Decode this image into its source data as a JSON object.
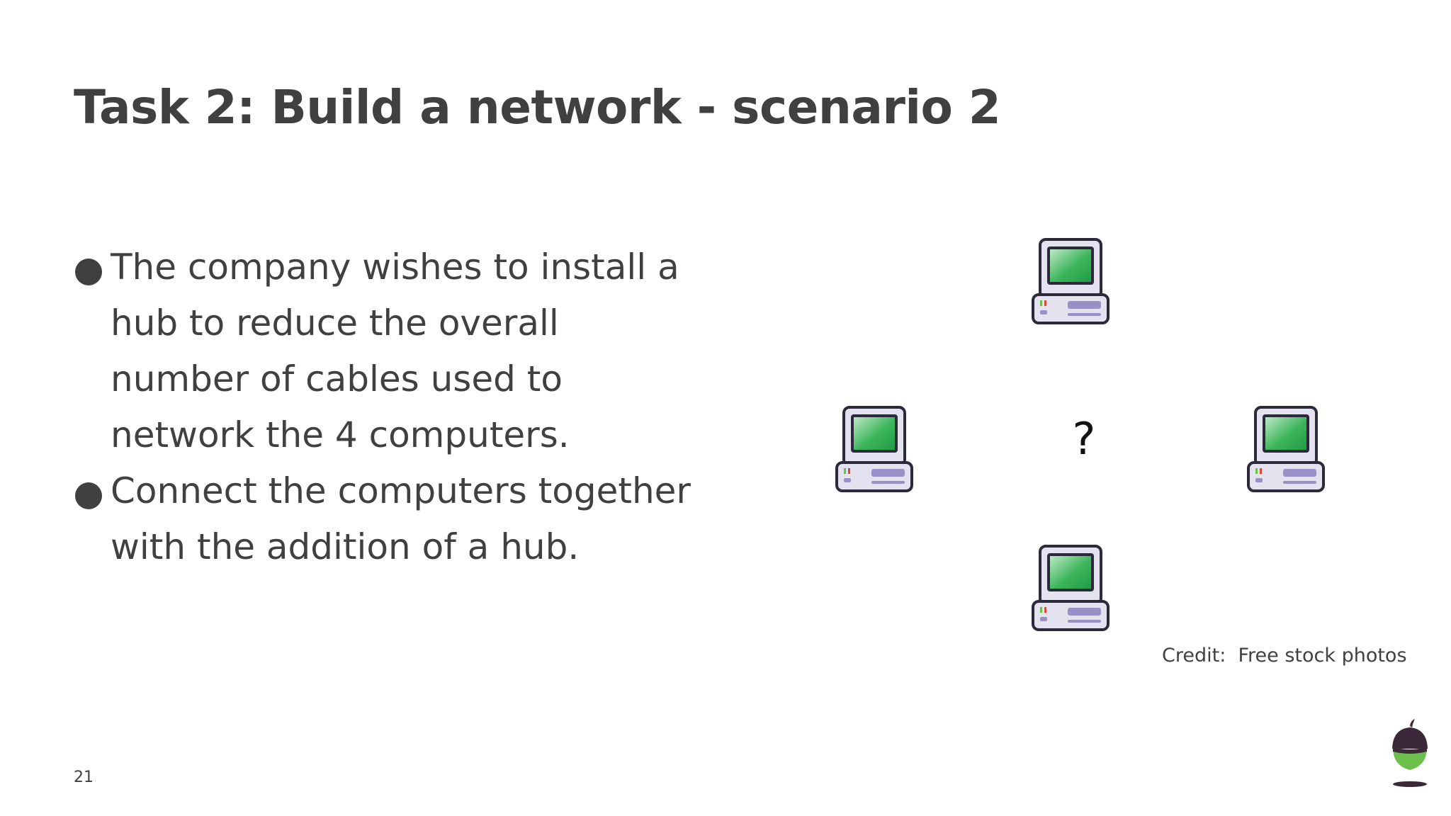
{
  "slide": {
    "title": "Task 2: Build a network - scenario 2",
    "bullets": [
      "The company wishes to install a hub to reduce the overall number of cables used to network the 4 computers.",
      "Connect the computers together with the addition of a hub."
    ],
    "question_mark": "?",
    "credit": "Credit:  Free stock photos",
    "page_number": "21"
  },
  "diagram": {
    "icon": "desktop-computer-icon",
    "computers": [
      "top",
      "left",
      "right",
      "bottom"
    ]
  },
  "colors": {
    "text": "#404040",
    "screen_green": "#3cb55a",
    "case": "#e4e2ee",
    "accent_purple": "#9a8fc7",
    "outline": "#2b2a3a",
    "logo_green": "#6cbf4b",
    "logo_brown": "#3b2838"
  }
}
